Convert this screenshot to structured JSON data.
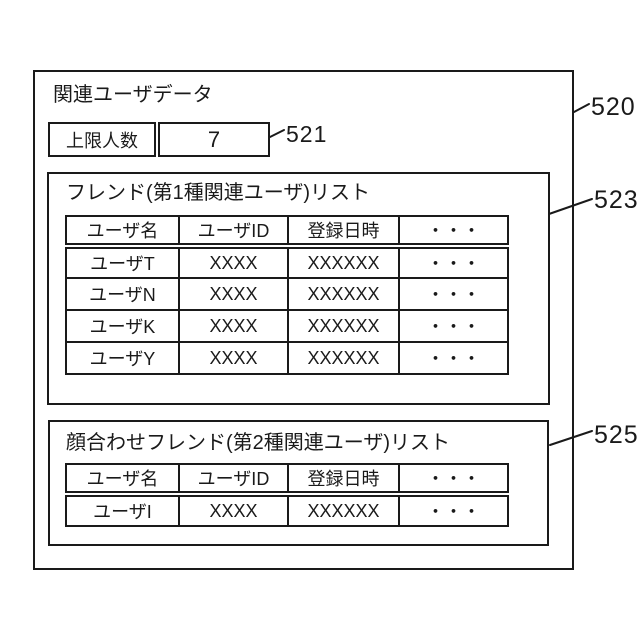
{
  "figure": {
    "outer": {
      "ref": "520",
      "title": "関連ユーザデータ"
    },
    "limit_box": {
      "ref": "521",
      "label": "上限人数",
      "value": "7"
    },
    "friend_list": {
      "ref": "523",
      "title": "フレンド(第1種関連ユーザ)リスト",
      "columns": [
        "ユーザ名",
        "ユーザID",
        "登録日時",
        "・・・"
      ],
      "rows": [
        [
          "ユーザT",
          "XXXX",
          "XXXXXX",
          "・・・"
        ],
        [
          "ユーザN",
          "XXXX",
          "XXXXXX",
          "・・・"
        ],
        [
          "ユーザK",
          "XXXX",
          "XXXXXX",
          "・・・"
        ],
        [
          "ユーザY",
          "XXXX",
          "XXXXXX",
          "・・・"
        ]
      ]
    },
    "meet_list": {
      "ref": "525",
      "title": "顔合わせフレンド(第2種関連ユーザ)リスト",
      "columns": [
        "ユーザ名",
        "ユーザID",
        "登録日時",
        "・・・"
      ],
      "rows": [
        [
          "ユーザI",
          "XXXX",
          "XXXXXX",
          "・・・"
        ]
      ]
    },
    "line_color": "#1a1a1a"
  }
}
